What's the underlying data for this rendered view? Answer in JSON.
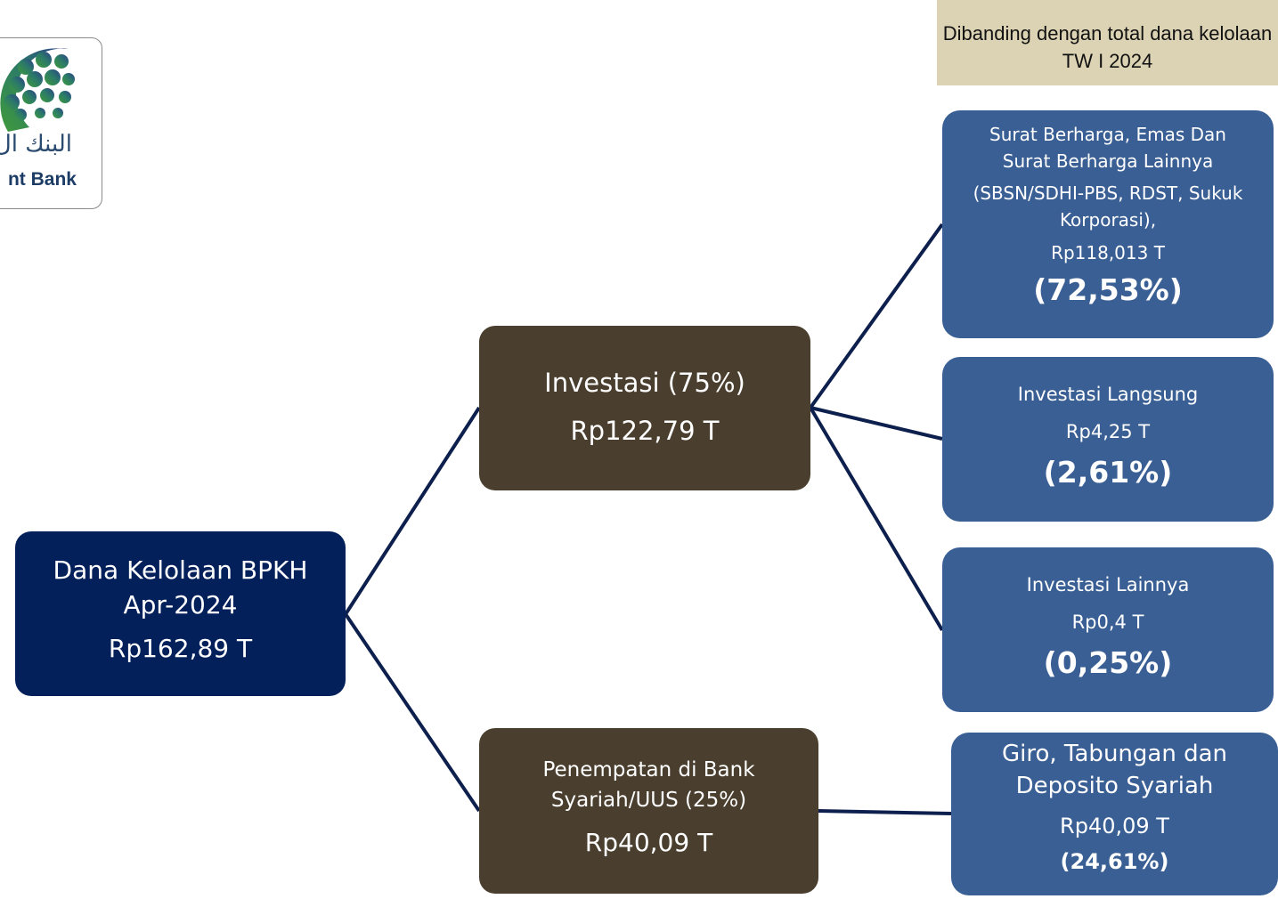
{
  "logo": {
    "arabic_text": "البنك ال",
    "english_text": "nt Bank"
  },
  "header": {
    "caption": "Dibanding dengan total dana kelolaan TW I 2024"
  },
  "root": {
    "title_line1": "Dana Kelolaan BPKH",
    "title_line2": "Apr-2024",
    "value": "Rp162,89 T"
  },
  "investasi": {
    "title": "Investasi (75%)",
    "value": "Rp122,79 T"
  },
  "penempatan": {
    "title_line1": "Penempatan di Bank",
    "title_line2": "Syariah/UUS (25%)",
    "value": "Rp40,09 T"
  },
  "leaves": [
    {
      "title_line1": "Surat Berharga, Emas Dan",
      "title_line2": "Surat Berharga Lainnya",
      "detail_line1": "(SBSN/SDHI-PBS, RDST, Sukuk",
      "detail_line2": "Korporasi),",
      "value": "Rp118,013 T",
      "percent": "(72,53%)"
    },
    {
      "title": "Investasi Langsung",
      "value": "Rp4,25 T",
      "percent": "(2,61%)"
    },
    {
      "title": "Investasi Lainnya",
      "value": "Rp0,4 T",
      "percent": "(0,25%)"
    },
    {
      "title_line1": "Giro, Tabungan dan",
      "title_line2": "Deposito Syariah",
      "value": "Rp40,09 T",
      "percent": "(24,61%)"
    }
  ],
  "colors": {
    "root": "#03205a",
    "mid": "#4a3f2e",
    "leaf": "#3a5f94",
    "header": "#dcd3b4",
    "connector": "#0d1f4d"
  }
}
